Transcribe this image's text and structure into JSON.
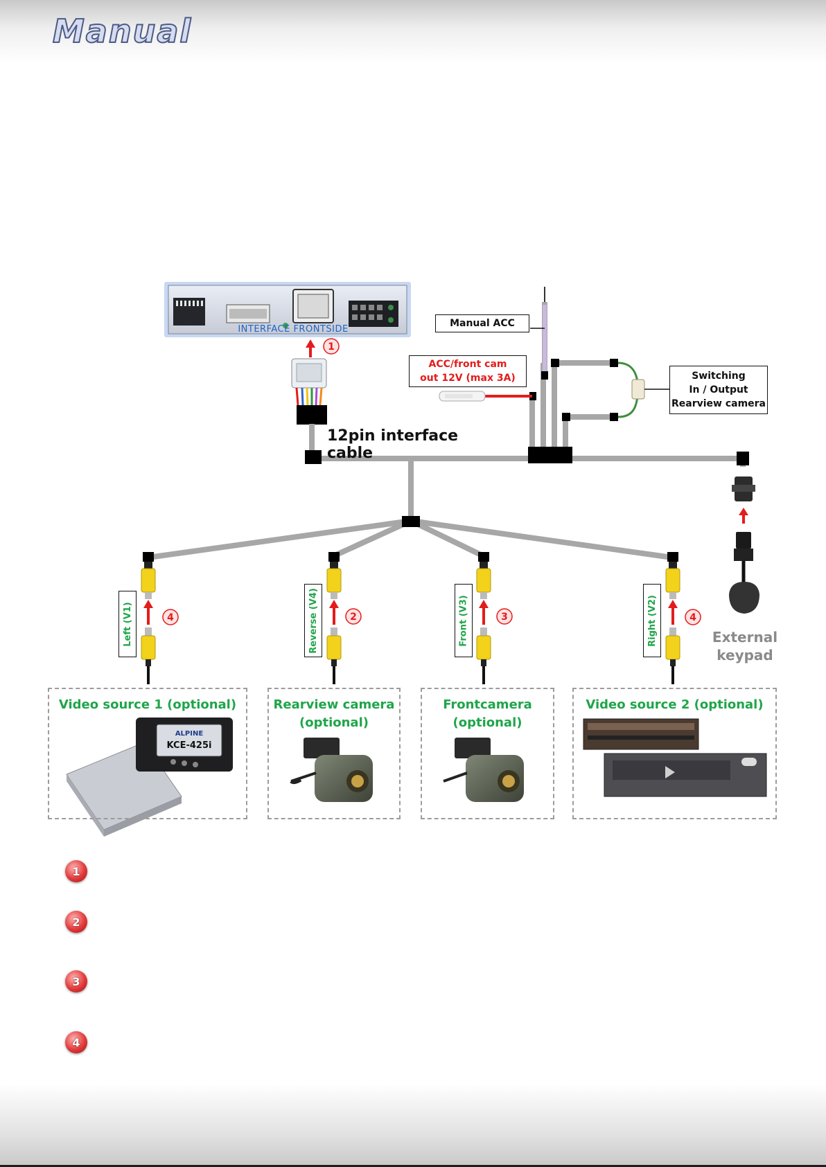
{
  "header": {
    "logo_text": "Manual"
  },
  "interface": {
    "label": "INTERFACE  FRONTSIDE"
  },
  "cable": {
    "title": "12pin interface cable"
  },
  "labels": {
    "manual_acc": "Manual ACC",
    "acc_front_cam": "ACC/front cam\nout  12V (max 3A)",
    "switching": "Switching\nIn / Output\nRearview camera",
    "external_keypad": "External\nkeypad"
  },
  "video_inputs": [
    {
      "label": "Left (V1)",
      "marker": "4"
    },
    {
      "label": "Reverse (V4)",
      "marker": "2"
    },
    {
      "label": "Front  (V3)",
      "marker": "3"
    },
    {
      "label": "Right  (V2)",
      "marker": "4"
    }
  ],
  "sources": [
    {
      "title": "Video source 1 (optional)",
      "device_text": "KCE-425i",
      "brand": "ALPINE"
    },
    {
      "title": "Rearview camera\n(optional)"
    },
    {
      "title": "Frontcamera\n(optional)"
    },
    {
      "title": "Video source 2 (optional)"
    }
  ],
  "interface_marker": "1",
  "legend": [
    "1",
    "2",
    "3",
    "4"
  ],
  "colors": {
    "red": "#e31c1c",
    "green": "#1fa54a",
    "cable_gray": "#a7a7a7",
    "rca_yellow": "#f2d21a",
    "dash_border": "#9c9c9c"
  }
}
